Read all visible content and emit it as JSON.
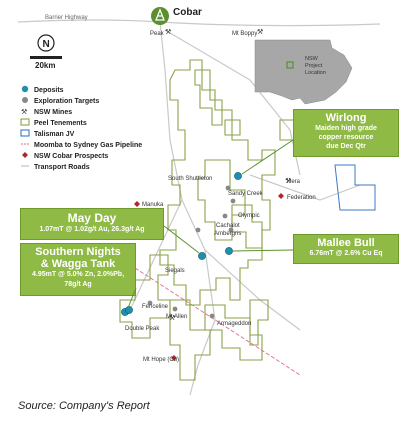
{
  "colors": {
    "tenement": "#8aa24a",
    "deposit": "#1f8fb0",
    "callout": "#8fba45",
    "pipeline": "#e36a8c",
    "road": "#c9c9c9",
    "talisman": "#3a79c4",
    "prospect": "#b0262b",
    "nsw_fill": "#a7a7a7"
  },
  "header": {
    "town": "Cobar",
    "highway": "Barrier Highway"
  },
  "scale": {
    "label": "20km"
  },
  "compass": {
    "letter": "N"
  },
  "inset": {
    "label_line1": "NSW",
    "label_line2": "Project",
    "label_line3": "Location"
  },
  "legend": {
    "deposits": "Deposits",
    "exploration": "Exploration Targets",
    "mines": "NSW Mines",
    "tenements": "Peel Tenements",
    "talisman": "Talisman JV",
    "pipeline": "Moomba to Sydney Gas Pipeline",
    "prospects": "NSW Cobar Prospects",
    "roads": "Transport Roads"
  },
  "places": {
    "peak": "Peak",
    "mt_boppy": "Mt Boppy",
    "south_shuttleton": "South Shuttleton",
    "sandy_creek": "Sandy Creek",
    "olympic": "Olympic",
    "hera": "Hera",
    "federation": "Federation",
    "manuka": "Manuka",
    "cachalot": "Cachalot",
    "ambergris": "Ambergris",
    "siegals": "Siegals",
    "fenceline": "Fenceline",
    "mt_allen": "Mt Allen",
    "double_peak": "Double Peak",
    "armageddon": "Armageddon",
    "mt_hope": "Mt Hope (Cu)"
  },
  "callouts": {
    "wirlong": {
      "title": "Wirlong",
      "line1": "Maiden high grade",
      "line2": "copper resource",
      "line3": "due Dec Qtr"
    },
    "mayday": {
      "title": "May Day",
      "line1": "1.07mT @ 1.02g/t Au, 26.3g/t Ag"
    },
    "southern": {
      "title1": "Southern Nights",
      "title2": "& Wagga Tank",
      "line1": "4.95mT @ 5.0% Zn, 2.0%Pb,",
      "line2": "78g/t Ag"
    },
    "mallee": {
      "title": "Mallee Bull",
      "line1": "6.76mT @ 2.6% Cu Eq"
    }
  },
  "source": "Source: Company's Report"
}
